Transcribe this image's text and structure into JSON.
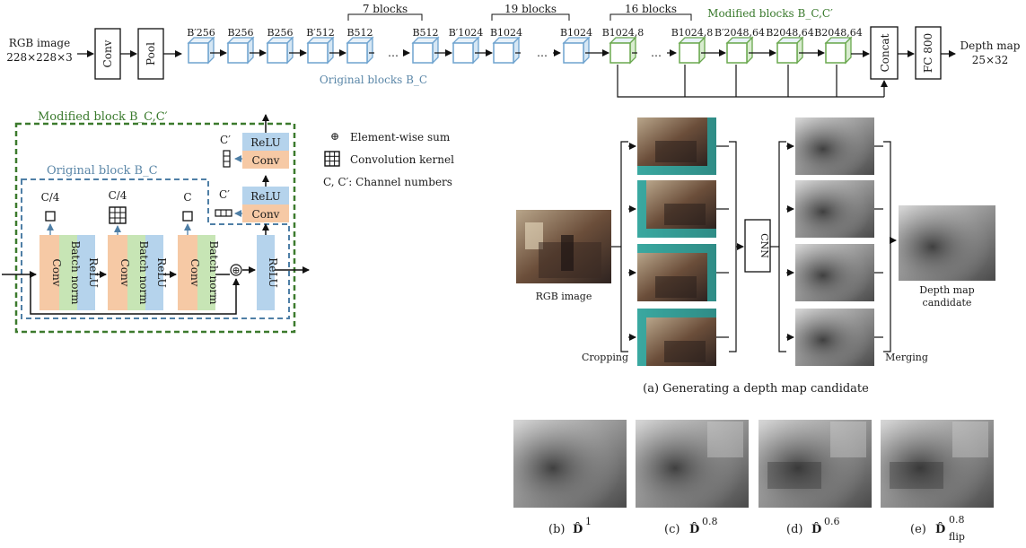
{
  "top_pipeline": {
    "input_label": "RGB image",
    "input_size": "228×228×3",
    "conv": "Conv",
    "pool": "Pool",
    "blocks": [
      "B′256",
      "B256",
      "B256",
      "B′512",
      "B512",
      "…",
      "B512",
      "B′1024",
      "B1024",
      "…",
      "B1024",
      "B1024,8",
      "…",
      "B1024,8",
      "B′2048,64",
      "B2048,64",
      "B2048,64"
    ],
    "brace_7": "7 blocks",
    "brace_19": "19 blocks",
    "brace_16": "16 blocks",
    "original_blocks_label": "Original blocks B_C",
    "modified_blocks_label": "Modified blocks B_C,C′",
    "concat": "Concat",
    "fc": "FC 800",
    "output_label": "Depth map",
    "output_size": "25×32"
  },
  "block_detail": {
    "modified_title": "Modified block B_C,C′",
    "original_title": "Original block B_C",
    "conv": "Conv",
    "batch_norm": "Batch norm",
    "relu": "ReLU",
    "ch_c4a": "C/4",
    "ch_c4b": "C/4",
    "ch_c": "C",
    "ch_cprime_top": "C′",
    "ch_cprime_mid": "C′",
    "legend_sum_symbol": "⊕",
    "legend_sum": "Element-wise sum",
    "legend_kernel": "Convolution kernel",
    "legend_channels": "C, C′: Channel numbers",
    "sum_symbol": "⊕"
  },
  "candidate": {
    "rgb_label": "RGB image",
    "cropping": "Cropping",
    "cnn": "CNN",
    "merging": "Merging",
    "depth_candidate_line1": "Depth map",
    "depth_candidate_line2": "candidate",
    "caption": "(a)  Generating a depth map candidate"
  },
  "bottom_captions": {
    "b": "(b)",
    "c": "(c)",
    "d": "(d)",
    "e": "(e)",
    "b_sup": "1",
    "c_sup": "0.8",
    "d_sup": "0.6",
    "e_sup": "0.8",
    "e_sub": "flip",
    "symbol": "D̂"
  },
  "colors": {
    "conv": "#f6c9a5",
    "batch_norm": "#c7e5b5",
    "relu": "#b5d3ec",
    "original_block_border": "#4f7fa6",
    "modified_block_border": "#3c7a2d",
    "cube_blue": "#6fa3cf",
    "cube_green": "#6aa84f"
  }
}
